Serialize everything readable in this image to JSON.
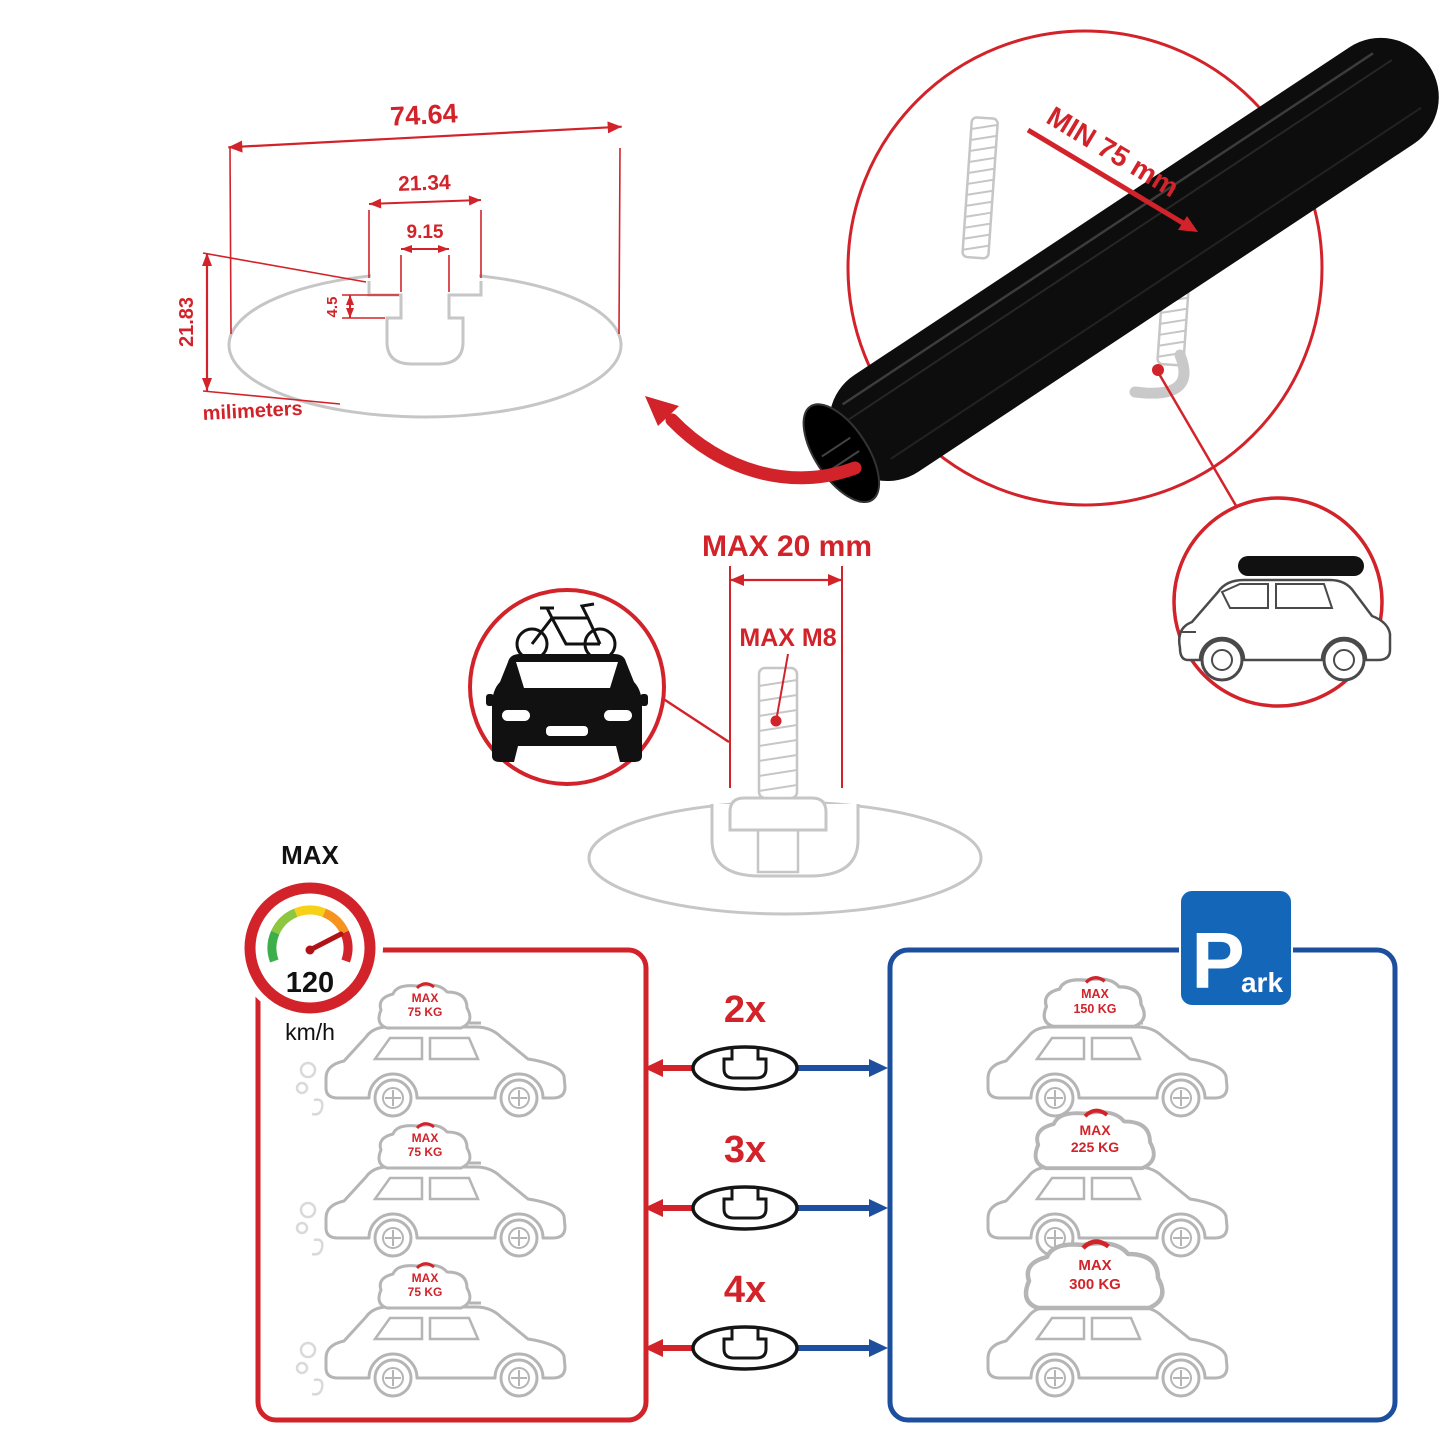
{
  "colors": {
    "red": "#d2232a",
    "blue": "#1e4f9e",
    "sign_blue": "#1467b8",
    "grey": "#c6c6c6",
    "dark": "#111111"
  },
  "dimensions": {
    "total_width": "74.64",
    "slot_outer_width": "21.34",
    "slot_inner_width": "9.15",
    "slot_depth": "4.5",
    "total_height": "21.83",
    "units": "milimeters"
  },
  "clamp": {
    "min_label": "MIN 75 mm"
  },
  "bolt": {
    "max_width": "MAX 20 mm",
    "max_thread": "MAX M8"
  },
  "speed": {
    "title": "MAX",
    "value": "120",
    "units": "km/h"
  },
  "multipliers": [
    "2x",
    "3x",
    "4x"
  ],
  "red_panel": {
    "cars": [
      {
        "load_line1": "MAX",
        "load_line2": "75 KG"
      },
      {
        "load_line1": "MAX",
        "load_line2": "75 KG"
      },
      {
        "load_line1": "MAX",
        "load_line2": "75 KG"
      }
    ]
  },
  "blue_panel": {
    "sign_p": "P",
    "sign_suffix": "ark",
    "cars": [
      {
        "load_line1": "MAX",
        "load_line2": "150 KG"
      },
      {
        "load_line1": "MAX",
        "load_line2": "225 KG"
      },
      {
        "load_line1": "MAX",
        "load_line2": "300 KG"
      }
    ]
  }
}
